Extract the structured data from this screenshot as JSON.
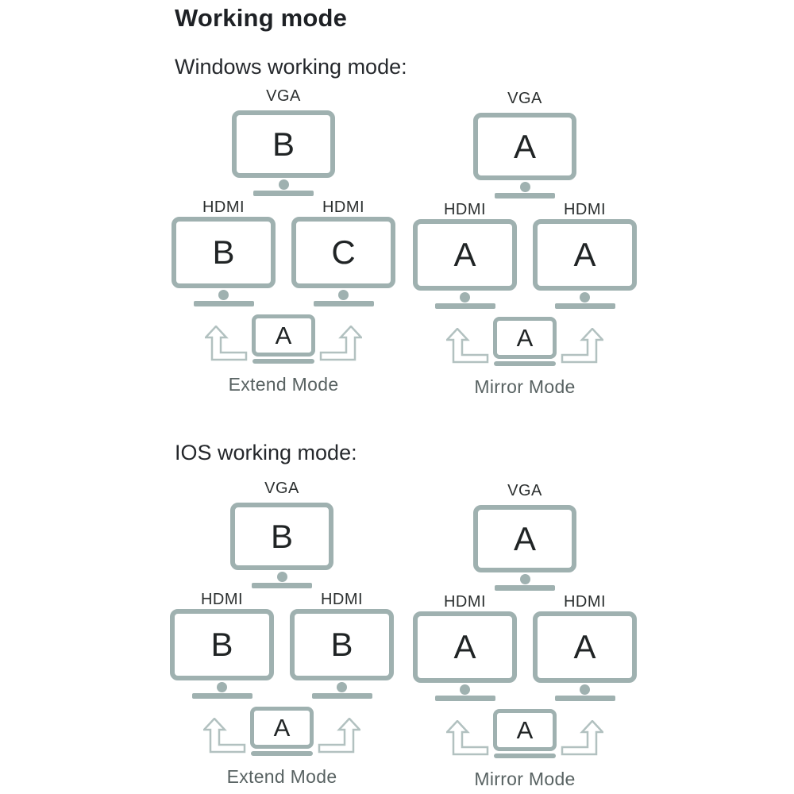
{
  "page": {
    "title": "Working mode"
  },
  "colors": {
    "monitor_frame": "#9fb1b0",
    "arrow_outline": "#b2c1c0",
    "letter_text": "#202425",
    "port_label_text": "#2b2f2f",
    "mode_caption_text": "#586262",
    "heading_text": "#25282c"
  },
  "icons": {
    "left_arrow": "up-arrow-elbow-left-icon",
    "right_arrow": "up-arrow-elbow-right-icon"
  },
  "sections": [
    {
      "heading": "Windows working mode:",
      "diagrams": [
        {
          "mode_name": "Extend Mode",
          "vga_label": "VGA",
          "vga_letter": "B",
          "hdmi_left_label": "HDMI",
          "hdmi_right_label": "HDMI",
          "hdmi_left_letter": "B",
          "hdmi_right_letter": "C",
          "laptop_letter": "A"
        },
        {
          "mode_name": "Mirror Mode",
          "vga_label": "VGA",
          "vga_letter": "A",
          "hdmi_left_label": "HDMI",
          "hdmi_right_label": "HDMI",
          "hdmi_left_letter": "A",
          "hdmi_right_letter": "A",
          "laptop_letter": "A"
        }
      ]
    },
    {
      "heading": "IOS working mode:",
      "diagrams": [
        {
          "mode_name": "Extend Mode",
          "vga_label": "VGA",
          "vga_letter": "B",
          "hdmi_left_label": "HDMI",
          "hdmi_right_label": "HDMI",
          "hdmi_left_letter": "B",
          "hdmi_right_letter": "B",
          "laptop_letter": "A"
        },
        {
          "mode_name": "Mirror Mode",
          "vga_label": "VGA",
          "vga_letter": "A",
          "hdmi_left_label": "HDMI",
          "hdmi_right_label": "HDMI",
          "hdmi_left_letter": "A",
          "hdmi_right_letter": "A",
          "laptop_letter": "A"
        }
      ]
    }
  ]
}
